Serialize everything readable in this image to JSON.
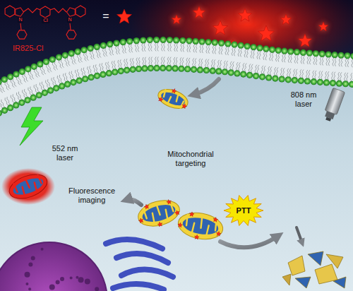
{
  "diagram": {
    "nodes": [
      {
        "text": [
          "PTT"
        ]
      }
    ],
    "labels": [
      "IR825-Cl",
      "=",
      "552 nm laser",
      "808 nm laser",
      "Fluorescence imaging",
      "Mitochondrial targeting",
      "N",
      "N",
      "Cl"
    ]
  }
}
